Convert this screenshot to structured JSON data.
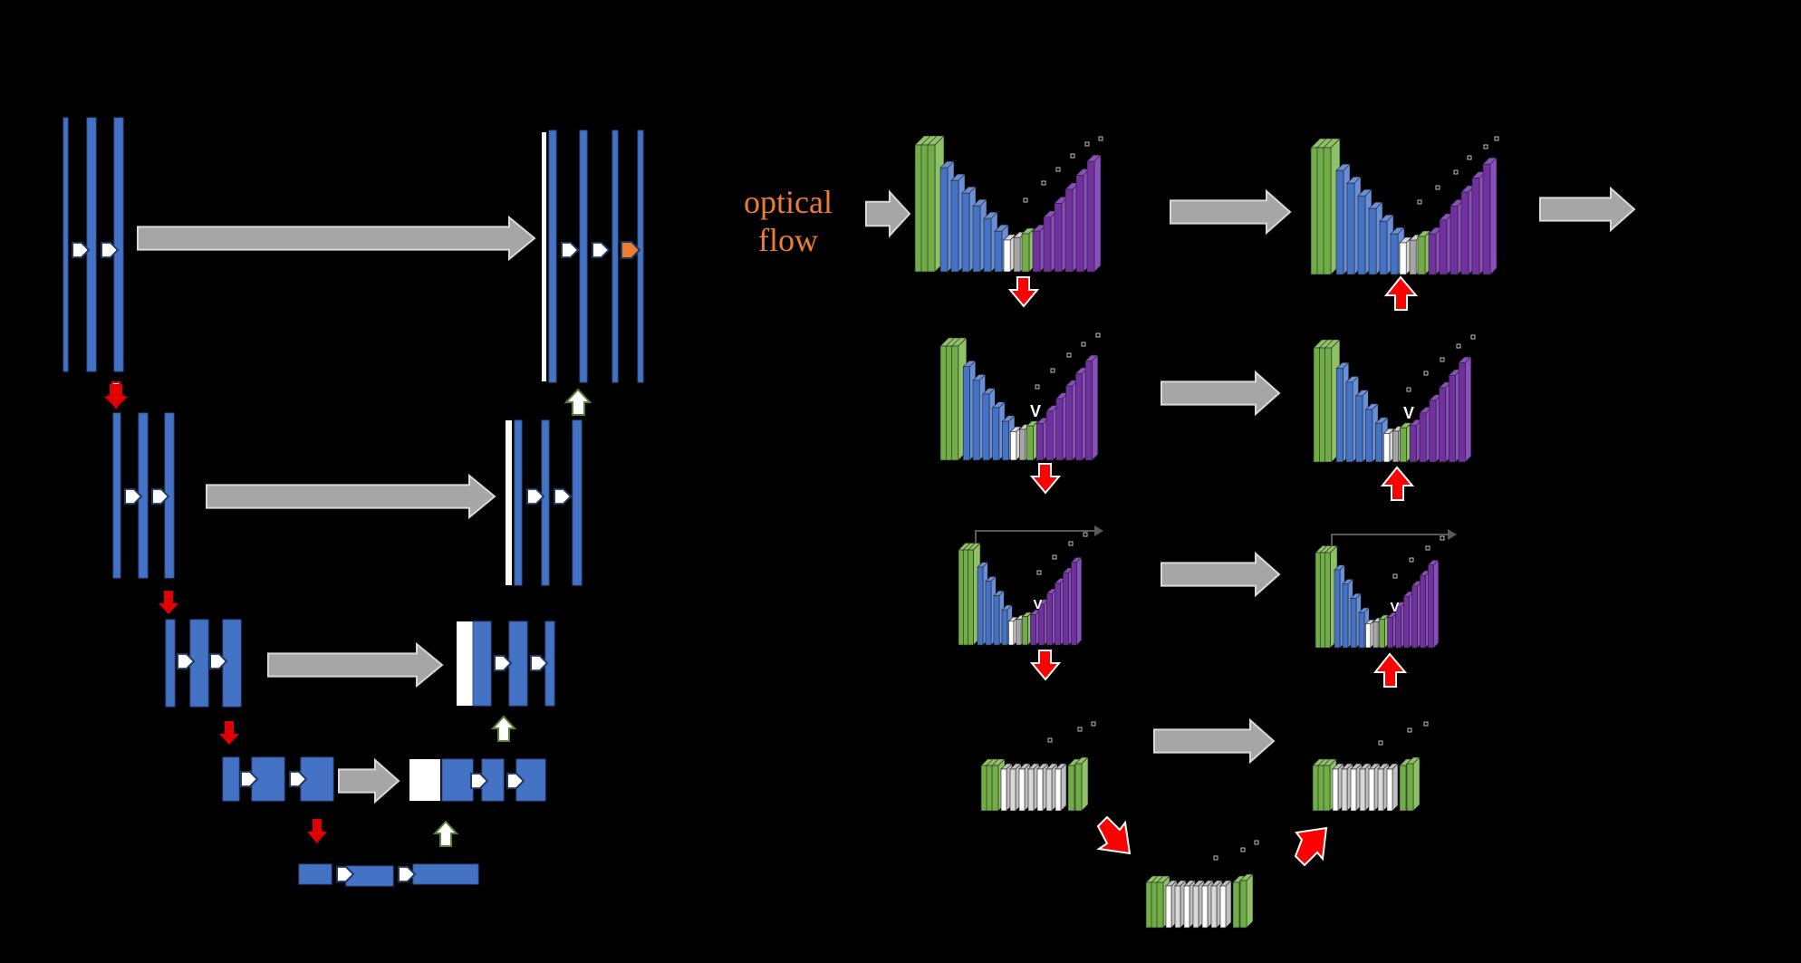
{
  "colors": {
    "background": "#000000",
    "bar_blue": "#4472C4",
    "bar_blue_dark": "#2F5597",
    "white": "#FFFFFF",
    "green": "#70AD47",
    "green_dark": "#507E32",
    "purple": "#7030A0",
    "purple_light": "#8A4FBF",
    "gray": "#A6A6A6",
    "red": "#FF0000",
    "down_arrow_red": "#E00000",
    "up_arrow_green": "#548235",
    "orange": "#ED7D31",
    "line_gray": "#595959"
  },
  "labels": {
    "optical_flow": "optical\nflow",
    "v_mark": "V"
  },
  "icons": {
    "skip_connection": "gray-right-arrow",
    "downsample": "red-down-arrow",
    "upsample": "green-up-arrow",
    "conv": "white-chevron-arrow",
    "ellipsis": "dots"
  }
}
